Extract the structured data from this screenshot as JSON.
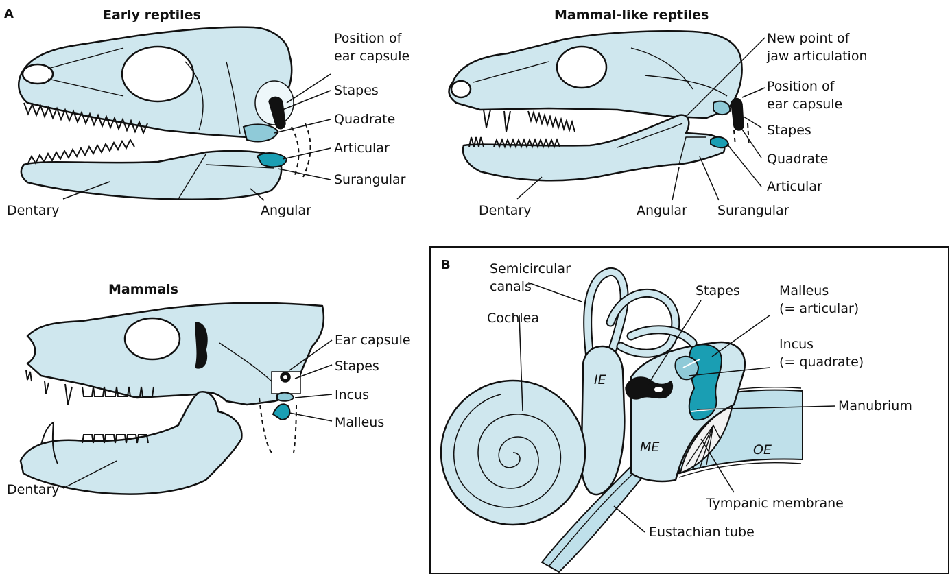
{
  "panelA": {
    "letter": "A",
    "early": {
      "title": "Early reptiles",
      "ear_capsule": [
        "Position of",
        "ear capsule"
      ],
      "stapes": "Stapes",
      "quadrate": "Quadrate",
      "articular": "Articular",
      "surangular": "Surangular",
      "dentary": "Dentary",
      "angular": "Angular"
    },
    "mammal_like": {
      "title": "Mammal-like reptiles",
      "new_point": [
        "New point of",
        "jaw articulation"
      ],
      "ear_capsule": [
        "Position of",
        "ear capsule"
      ],
      "stapes": "Stapes",
      "quadrate": "Quadrate",
      "articular": "Articular",
      "dentary": "Dentary",
      "angular": "Angular",
      "surangular": "Surangular"
    },
    "mammals": {
      "title": "Mammals",
      "ear_capsule": "Ear capsule",
      "stapes": "Stapes",
      "incus": "Incus",
      "malleus": "Malleus",
      "dentary": "Dentary"
    }
  },
  "panelB": {
    "letter": "B",
    "semicircular": [
      "Semicircular",
      "canals"
    ],
    "stapes": "Stapes",
    "malleus": [
      "Malleus",
      "(= articular)"
    ],
    "incus": [
      "Incus",
      "(= quadrate)"
    ],
    "cochlea": "Cochlea",
    "ie": "IE",
    "me": "ME",
    "oe": "OE",
    "manubrium": "Manubrium",
    "tympanic": "Tympanic membrane",
    "eustachian": "Eustachian tube"
  },
  "colors": {
    "bone": "#cfe7ee",
    "highlight": "#1a9eb3",
    "dark": "#111111"
  }
}
